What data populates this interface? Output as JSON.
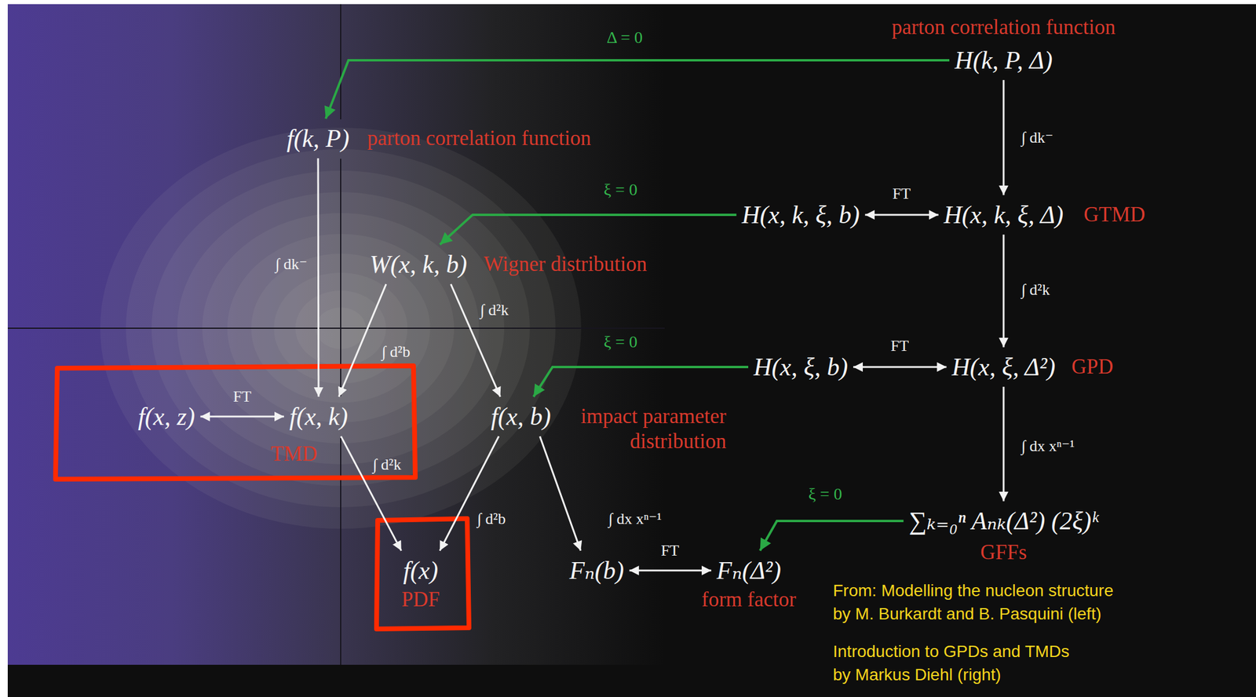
{
  "diagram": {
    "nodes": [
      {
        "text": [
          "parton correlation function",
          "H(k, P, Δ)"
        ]
      },
      {
        "text": [
          "f(k, P)",
          "parton correlation function"
        ]
      },
      {
        "text": [
          "H(x, k, ξ, b)"
        ]
      },
      {
        "text": [
          "H(x, k, ξ, Δ)",
          "GTMD"
        ]
      },
      {
        "text": [
          "W(x, k, b)",
          "Wigner distribution"
        ]
      },
      {
        "text": [
          "H(x, ξ, b)"
        ]
      },
      {
        "text": [
          "H(x, ξ, Δ²)",
          "GPD"
        ]
      },
      {
        "text": [
          "f(x, z)"
        ]
      },
      {
        "text": [
          "f(x, k)",
          "TMD"
        ]
      },
      {
        "text": [
          "f(x, b)",
          "impact parameter distribution"
        ]
      },
      {
        "text": [
          "∑ₖ₌₀ⁿ Aₙₖ(Δ²) (2ξ)ᵏ",
          "GFFs"
        ]
      },
      {
        "text": [
          "f(x)",
          "PDF"
        ]
      },
      {
        "text": [
          "Fₙ(b)"
        ]
      },
      {
        "text": [
          "Fₙ(Δ²)",
          "form factor"
        ]
      }
    ],
    "edges": [
      {
        "from": 0,
        "to": 1,
        "label": "Δ = 0",
        "arrow": "to"
      },
      {
        "from": 0,
        "to": 3,
        "label": "∫ dk⁻",
        "arrow": "to"
      },
      {
        "from": 2,
        "to": 3,
        "label": "FT",
        "arrow": "both"
      },
      {
        "from": 3,
        "to": 6,
        "label": "∫ d²k",
        "arrow": "to"
      },
      {
        "from": 2,
        "to": 4,
        "label": "ξ = 0",
        "arrow": "to"
      },
      {
        "from": 5,
        "to": 6,
        "label": "FT",
        "arrow": "both"
      },
      {
        "from": 5,
        "to": 9,
        "label": "ξ = 0",
        "arrow": "to"
      },
      {
        "from": 6,
        "to": 10,
        "label": "∫ dx xⁿ⁻¹",
        "arrow": "to"
      },
      {
        "from": 10,
        "to": 13,
        "label": "ξ = 0",
        "arrow": "to"
      },
      {
        "from": 1,
        "to": 8,
        "label": "∫ dk⁻",
        "arrow": "to"
      },
      {
        "from": 4,
        "to": 8,
        "label": "∫ d²b",
        "arrow": "to"
      },
      {
        "from": 4,
        "to": 9,
        "label": "∫ d²k",
        "arrow": "to"
      },
      {
        "from": 7,
        "to": 8,
        "label": "FT",
        "arrow": "both"
      },
      {
        "from": 8,
        "to": 11,
        "label": "∫ d²k",
        "arrow": "to"
      },
      {
        "from": 9,
        "to": 11,
        "label": "∫ d²b",
        "arrow": "to"
      },
      {
        "from": 9,
        "to": 12,
        "label": "∫ dx xⁿ⁻¹",
        "arrow": "to"
      },
      {
        "from": 12,
        "to": 13,
        "label": "FT",
        "arrow": "both"
      }
    ],
    "labels": [
      "From: Modelling the nucleon structure",
      "by M. Burkardt and B. Pasquini (left)",
      "Introduction to GPDs and TMDs",
      "by Markus Diehl (right)"
    ]
  }
}
